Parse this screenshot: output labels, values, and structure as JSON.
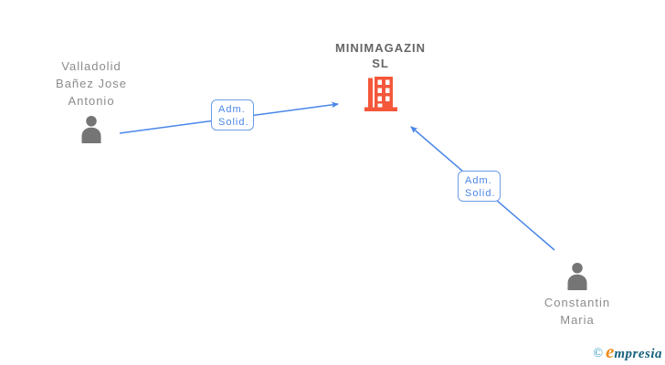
{
  "diagram": {
    "company": {
      "name_line1": "MINIMAGAZIN",
      "name_line2": "SL",
      "icon": "building-icon"
    },
    "person1": {
      "name_line1": "Valladolid",
      "name_line2": "Bañez Jose",
      "name_line3": "Antonio",
      "icon": "person-icon"
    },
    "person2": {
      "name_line1": "Constantin",
      "name_line2": "Maria",
      "icon": "person-icon"
    },
    "edge1": {
      "label_line1": "Adm.",
      "label_line2": "Solid.",
      "direction": "person1-to-company"
    },
    "edge2": {
      "label_line1": "Adm.",
      "label_line2": "Solid.",
      "direction": "person2-to-company"
    }
  },
  "branding": {
    "copyright_symbol": "©",
    "logo_first_letter": "e",
    "logo_rest": "mpresia"
  },
  "colors": {
    "edge_blue": "#4a86e8",
    "label_border_blue": "#6a9ce8",
    "label_text_blue": "#4a86e8",
    "building_orange": "#f4573a",
    "person_gray": "#757575",
    "name_gray": "#8c8c8c",
    "title_gray": "#666666",
    "logo_teal": "#2d96c0",
    "logo_dark_teal": "#17607b",
    "logo_orange": "#ee8c1f"
  }
}
